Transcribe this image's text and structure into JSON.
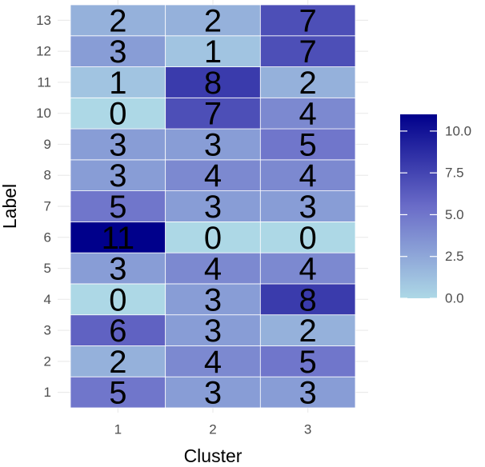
{
  "chart_data": {
    "type": "heatmap",
    "xlabel": "Cluster",
    "ylabel": "Label",
    "x_categories": [
      "1",
      "2",
      "3"
    ],
    "y_categories": [
      "1",
      "2",
      "3",
      "4",
      "5",
      "6",
      "7",
      "8",
      "9",
      "10",
      "11",
      "12",
      "13"
    ],
    "values": [
      [
        5,
        3,
        3
      ],
      [
        2,
        4,
        5
      ],
      [
        6,
        3,
        2
      ],
      [
        0,
        3,
        8
      ],
      [
        3,
        4,
        4
      ],
      [
        11,
        0,
        0
      ],
      [
        5,
        3,
        3
      ],
      [
        3,
        4,
        4
      ],
      [
        3,
        3,
        5
      ],
      [
        0,
        7,
        4
      ],
      [
        1,
        8,
        2
      ],
      [
        3,
        1,
        7
      ],
      [
        2,
        2,
        7
      ]
    ],
    "color_scale": {
      "low_color": "#add8e6",
      "mid_color": "#6a6cc8",
      "high_color": "#00008b",
      "domain": [
        0,
        11
      ],
      "legend_ticks": [
        "0.0",
        "2.5",
        "5.0",
        "7.5",
        "10.0"
      ],
      "legend_tick_values": [
        0,
        2.5,
        5,
        7.5,
        10
      ]
    },
    "legend_position": "right",
    "grid": true
  }
}
